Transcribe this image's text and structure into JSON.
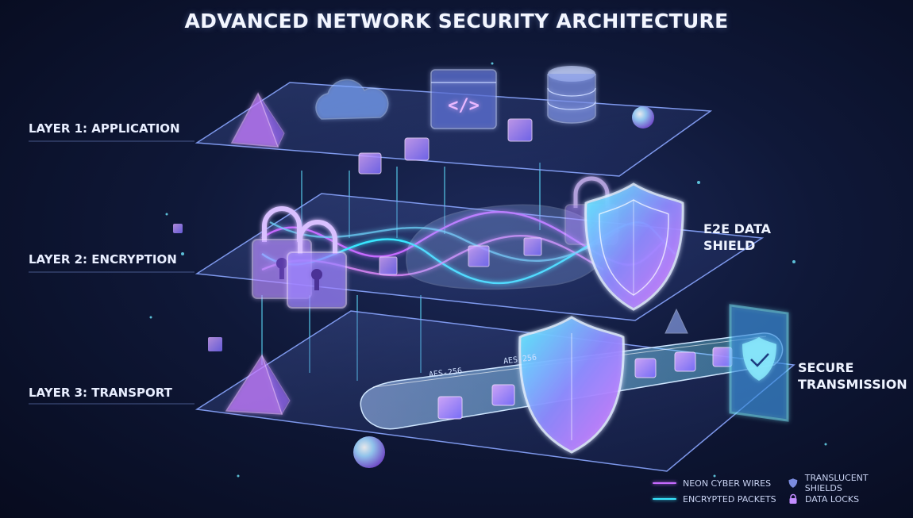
{
  "title": "ADVANCED NETWORK SECURITY ARCHITECTURE",
  "layers": [
    {
      "label": "LAYER 1: APPLICATION"
    },
    {
      "label": "LAYER 2: ENCRYPTION"
    },
    {
      "label": "LAYER 3: TRANSPORT"
    }
  ],
  "callouts": {
    "e2e": {
      "line1": "E2E DATA",
      "line2": "SHIELD"
    },
    "secure": {
      "line1": "SECURE",
      "line2": "TRANSMISSION"
    }
  },
  "tunnel_labels": [
    "AES-256",
    "AES-256"
  ],
  "legend": {
    "wires": "NEON CYBER WIRES",
    "packets": "ENCRYPTED PACKETS",
    "shields": "TRANSLUCENT SHIELDS",
    "locks": "DATA LOCKS"
  },
  "colors": {
    "neon_purple": "#c66bff",
    "neon_cyan": "#38e6ff",
    "shield": "#8fa2ff",
    "lock": "#c28cff"
  },
  "icons": {
    "app_layer": [
      "pyramid-icon",
      "cloud-icon",
      "code-window-icon",
      "database-icon",
      "sphere-icon"
    ],
    "encryption_layer": [
      "padlock-icon",
      "padlock-icon",
      "data-shield-icon"
    ],
    "transport_layer": [
      "pyramid-icon",
      "tunnel-icon",
      "shield-icon",
      "secure-panel-icon",
      "sphere-icon"
    ]
  }
}
